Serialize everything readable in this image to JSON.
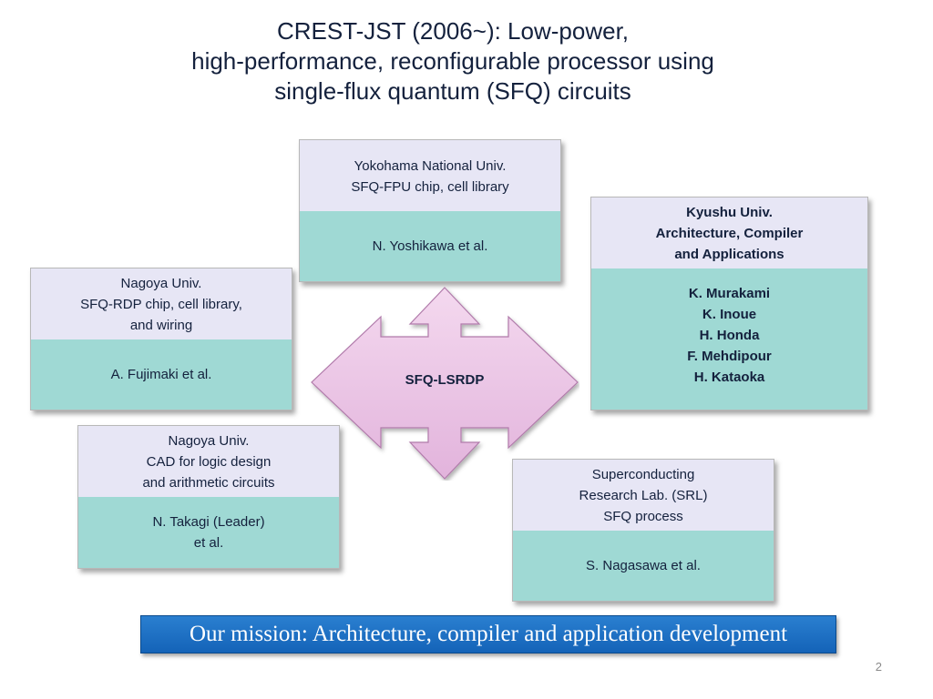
{
  "title": {
    "lines": [
      "CREST-JST (2006~): Low-power,",
      "high-performance, reconfigurable processor using",
      "single-flux quantum (SFQ) circuits"
    ]
  },
  "center": {
    "label": "SFQ-LSRDP"
  },
  "boxes": {
    "yokohama": {
      "top": [
        "Yokohama National Univ.",
        "SFQ-FPU chip, cell library"
      ],
      "bottom": [
        "N. Yoshikawa et al."
      ]
    },
    "kyushu": {
      "top": [
        "Kyushu Univ.",
        "Architecture, Compiler",
        "and  Applications"
      ],
      "bottom": [
        "K. Murakami",
        "K. Inoue",
        "H. Honda",
        "F. Mehdipour",
        "H. Kataoka"
      ]
    },
    "nagoya_rdp": {
      "top": [
        "Nagoya Univ.",
        "SFQ-RDP chip, cell library,",
        "and wiring"
      ],
      "bottom": [
        "A. Fujimaki et al."
      ]
    },
    "nagoya_cad": {
      "top": [
        "Nagoya Univ.",
        "CAD for logic design",
        "and arithmetic circuits"
      ],
      "bottom": [
        "N. Takagi (Leader)",
        "et al."
      ]
    },
    "srl": {
      "top": [
        "Superconducting",
        "Research Lab. (SRL)",
        "SFQ process"
      ],
      "bottom": [
        "S. Nagasawa et al."
      ]
    }
  },
  "mission": {
    "text": "Our mission: Architecture, compiler and application development"
  },
  "page_number": "2",
  "colors": {
    "box_top": "#e7e6f5",
    "box_bottom": "#9fd9d4",
    "arrow_fill": "#ecc6e6",
    "mission_bg": "#1a6cc0",
    "text": "#14213d"
  }
}
